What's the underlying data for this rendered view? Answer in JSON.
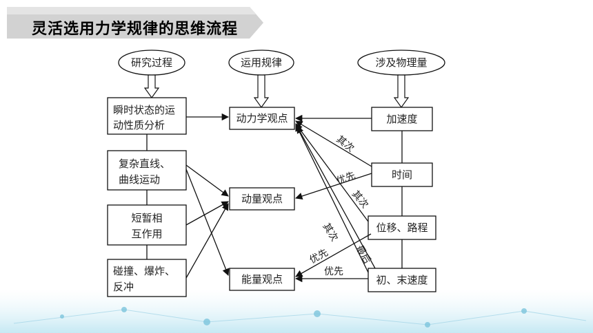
{
  "header": {
    "title": "灵活选用力学规律的思维流程"
  },
  "diagram": {
    "tops": {
      "research": "研究过程",
      "laws": "运用规律",
      "quantities": "涉及物理量"
    },
    "left": {
      "instant_l1": "瞬时状态的运",
      "instant_l2": "动性质分析",
      "complex_l1": "复杂直线、",
      "complex_l2": "曲线运动",
      "short_l1": "短暂相",
      "short_l2": "互作用",
      "collision_l1": "碰撞、爆炸、",
      "collision_l2": "反冲"
    },
    "center": {
      "dynamics": "动力学观点",
      "momentum": "动量观点",
      "energy": "能量观点"
    },
    "right": {
      "acceleration": "加速度",
      "time": "时间",
      "displacement": "位移、路程",
      "velocity": "初、末速度"
    },
    "edge_labels": {
      "secondary": "其次",
      "priority": "优先",
      "last": "最后"
    }
  }
}
